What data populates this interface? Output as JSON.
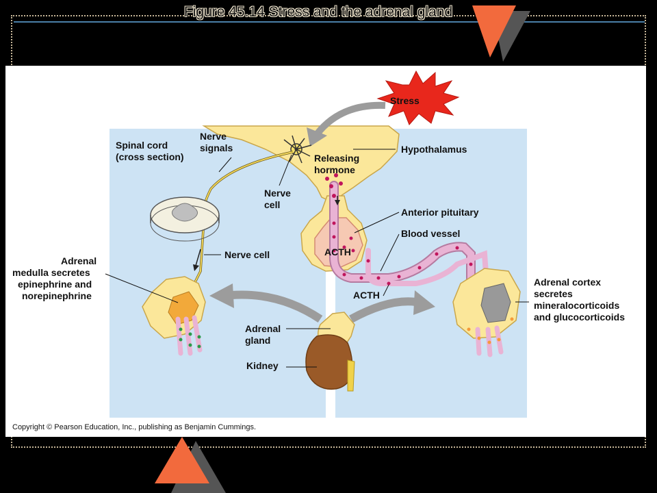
{
  "slide": {
    "title": "Figure 45.14  Stress and the adrenal gland",
    "copyright": "Copyright © Pearson Education, Inc., publishing as Benjamin Cummings."
  },
  "labels": {
    "stress": "Stress",
    "hypothalamus": "Hypothalamus",
    "releasing_hormone_1": "Releasing",
    "releasing_hormone_2": "hormone",
    "spinal_cord_1": "Spinal cord",
    "spinal_cord_2": "(cross section)",
    "nerve_signals_1": "Nerve",
    "nerve_signals_2": "signals",
    "nerve_cell_top_1": "Nerve",
    "nerve_cell_top_2": "cell",
    "anterior_pituitary": "Anterior pituitary",
    "blood_vessel": "Blood vessel",
    "acth_inside": "ACTH",
    "acth_below": "ACTH",
    "nerve_cell_mid": "Nerve cell",
    "adrenal_medulla_1": "Adrenal",
    "adrenal_medulla_2": "medulla secretes",
    "adrenal_medulla_3": "epinephrine and",
    "adrenal_medulla_4": "norepinephrine",
    "adrenal_gland_1": "Adrenal",
    "adrenal_gland_2": "gland",
    "kidney": "Kidney",
    "adrenal_cortex_1": "Adrenal cortex",
    "adrenal_cortex_2": "secretes",
    "adrenal_cortex_3": "mineralocorticoids",
    "adrenal_cortex_4": "and glucocorticoids"
  },
  "colors": {
    "panel_blue": "#cde3f4",
    "tissue_yellow": "#fbe79a",
    "pituitary_pink": "#f6c9b3",
    "stress_red": "#e8271c",
    "arrow_gray": "#9c9c9c",
    "vessel_pink": "#e9b3d4",
    "hormone_dot": "#c0155c",
    "accent_orange": "#f26a3d"
  }
}
